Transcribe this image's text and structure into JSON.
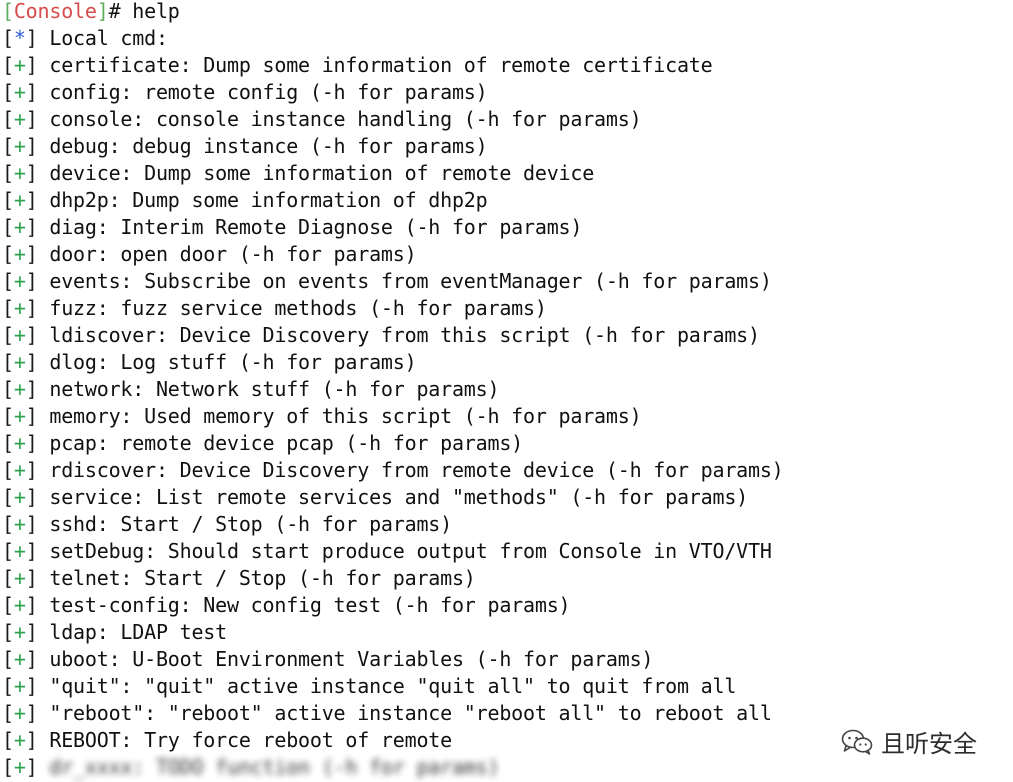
{
  "prompt": {
    "name": "Console",
    "symbol": "#",
    "command": "help"
  },
  "header_line": {
    "marker": "*",
    "text": "Local cmd:"
  },
  "lines": [
    {
      "marker": "+",
      "text": "certificate: Dump some information of remote certificate"
    },
    {
      "marker": "+",
      "text": "config: remote config (-h for params)"
    },
    {
      "marker": "+",
      "text": "console: console instance handling (-h for params)"
    },
    {
      "marker": "+",
      "text": "debug: debug instance (-h for params)"
    },
    {
      "marker": "+",
      "text": "device: Dump some information of remote device"
    },
    {
      "marker": "+",
      "text": "dhp2p: Dump some information of dhp2p"
    },
    {
      "marker": "+",
      "text": "diag: Interim Remote Diagnose (-h for params)"
    },
    {
      "marker": "+",
      "text": "door: open door (-h for params)"
    },
    {
      "marker": "+",
      "text": "events: Subscribe on events from eventManager (-h for params)"
    },
    {
      "marker": "+",
      "text": "fuzz: fuzz service methods (-h for params)"
    },
    {
      "marker": "+",
      "text": "ldiscover: Device Discovery from this script (-h for params)"
    },
    {
      "marker": "+",
      "text": "dlog: Log stuff (-h for params)"
    },
    {
      "marker": "+",
      "text": "network: Network stuff (-h for params)"
    },
    {
      "marker": "+",
      "text": "memory: Used memory of this script (-h for params)"
    },
    {
      "marker": "+",
      "text": "pcap: remote device pcap (-h for params)"
    },
    {
      "marker": "+",
      "text": "rdiscover: Device Discovery from remote device (-h for params)"
    },
    {
      "marker": "+",
      "text": "service: List remote services and \"methods\" (-h for params)"
    },
    {
      "marker": "+",
      "text": "sshd: Start / Stop (-h for params)"
    },
    {
      "marker": "+",
      "text": "setDebug: Should start produce output from Console in VTO/VTH"
    },
    {
      "marker": "+",
      "text": "telnet: Start / Stop (-h for params)"
    },
    {
      "marker": "+",
      "text": "test-config: New config test (-h for params)"
    },
    {
      "marker": "+",
      "text": "ldap: LDAP test"
    },
    {
      "marker": "+",
      "text": "uboot: U-Boot Environment Variables (-h for params)"
    },
    {
      "marker": "+",
      "text": "\"quit\": \"quit\" active instance \"quit all\" to quit from all"
    },
    {
      "marker": "+",
      "text": "\"reboot\": \"reboot\" active instance \"reboot all\" to reboot all"
    },
    {
      "marker": "+",
      "text": "REBOOT: Try force reboot of remote"
    }
  ],
  "last_line": {
    "marker": "+",
    "text": "dr_xxxx: TODO function (-h for params)"
  },
  "watermark": {
    "icon": "wechat-icon",
    "text": "且听安全"
  },
  "colors": {
    "prompt_name": "#d94b4b",
    "prompt_bracket": "#5fae5f",
    "star_marker": "#2f5fd6",
    "plus_marker": "#2ea44f",
    "text": "#111111",
    "background": "#ffffff"
  }
}
